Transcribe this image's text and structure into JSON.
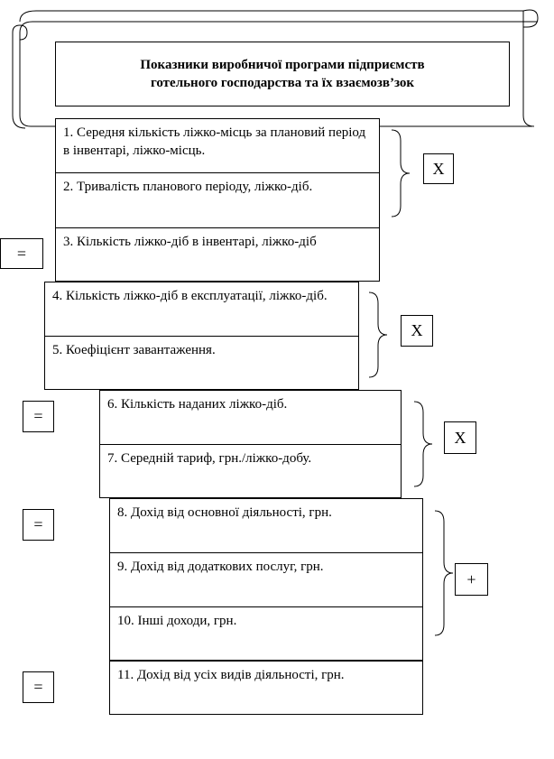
{
  "title": "Показники виробничої програми підприємств\nготельного господарства та їх взаємозв’зок",
  "groups": [
    {
      "items": [
        "1. Середня кількість ліжко-місць  за плановий період в інвентарі, ліжко-місць.",
        "2. Тривалість планового періоду, ліжко-діб."
      ],
      "operator": "Х"
    },
    {
      "items": [
        "4. Кількість ліжко-діб в експлуатації, ліжко-діб.",
        "5. Коефіцієнт завантаження."
      ],
      "operator": "Х"
    },
    {
      "items": [
        "6. Кількість наданих ліжко-діб.",
        "7.  Середній тариф, грн./ліжко-добу."
      ],
      "operator": "Х"
    },
    {
      "items": [
        "8. Дохід від основної діяльності, грн.",
        "9. Дохід від додаткових послуг, грн.",
        "10. Інші доходи, грн."
      ],
      "operator": "+"
    }
  ],
  "results": [
    "3. Кількість ліжко-діб в інвентарі, ліжко-діб",
    "11. Дохід від усіх видів діяльності, грн."
  ],
  "equals": [
    "=",
    "=",
    "=",
    "="
  ]
}
